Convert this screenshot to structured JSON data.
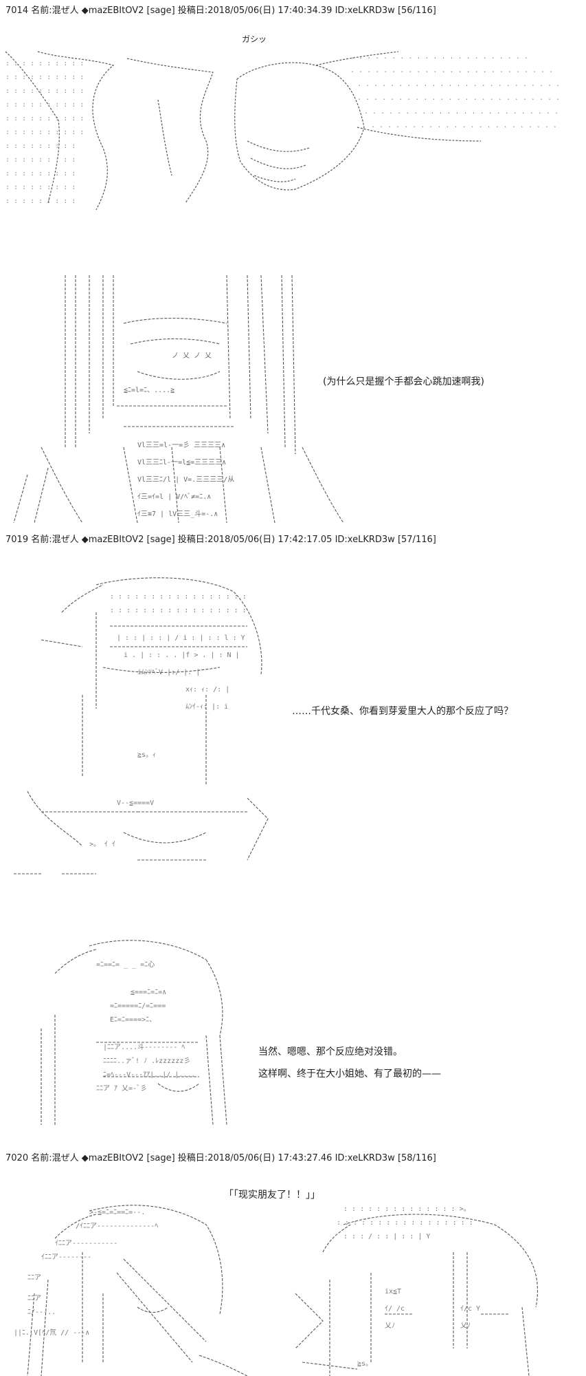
{
  "posts": [
    {
      "header": "7014 名前:混ぜ人 ◆mazEBItOV2 [sage] 投稿日:2018/05/06(日) 17:40:34.39 ID:xeLKRD3w [56/116]",
      "sfx": "ガシッ",
      "dialogue": [
        "(为什么只是握个手都会心跳加速啊我)"
      ]
    },
    {
      "header": "7019 名前:混ぜ人 ◆mazEBItOV2 [sage] 投稿日:2018/05/06(日) 17:42:17.05 ID:xeLKRD3w [57/116]",
      "dialogue": [
        "……千代女桑、你看到芽爱里大人的那个反应了吗？"
      ]
    },
    {
      "dialogue": [
        "当然、嗯嗯、那个反应绝对没错。",
        "这样啊、终于在大小姐她、有了最初的——"
      ]
    },
    {
      "header": "7020 名前:混ぜ人 ◆mazEBItOV2 [sage] 投稿日:2018/05/06(日) 17:43:27.46 ID:xeLKRD3w [58/116]",
      "dialogue": [
        "「「现实朋友了！！」」"
      ]
    }
  ]
}
